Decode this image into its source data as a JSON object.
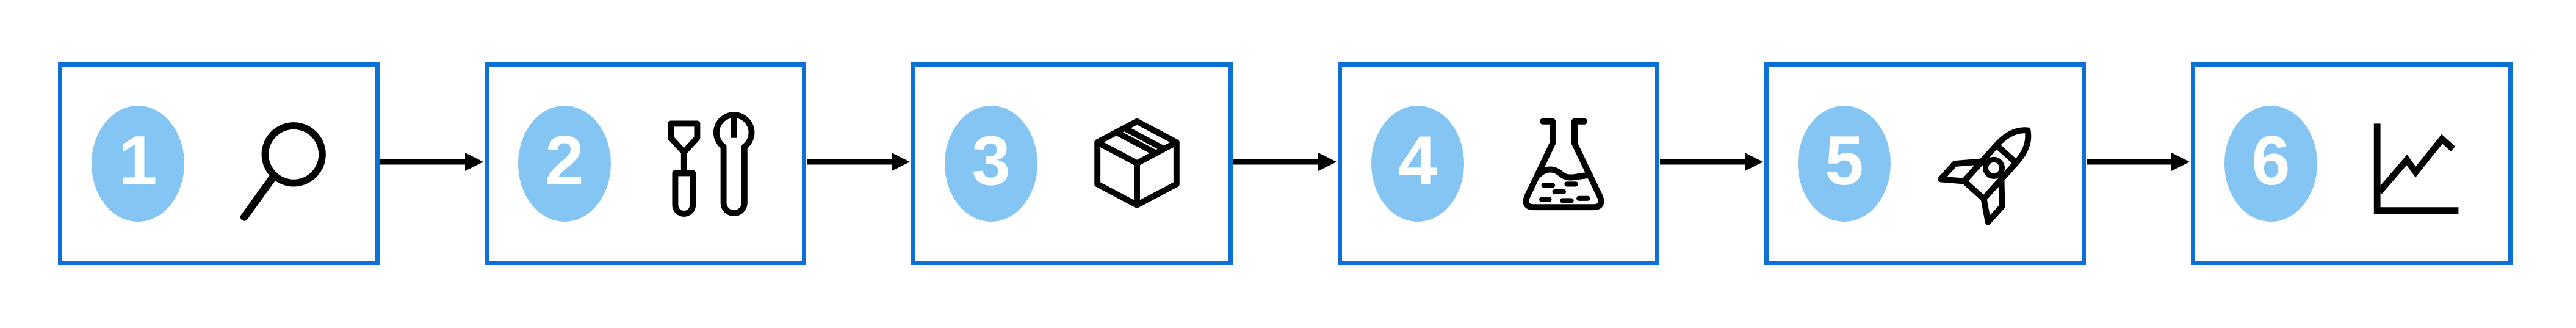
{
  "diagram": {
    "type": "process-flow",
    "direction": "left-to-right",
    "connector": "arrow-right",
    "steps": [
      {
        "number": "1",
        "icon": "search-icon"
      },
      {
        "number": "2",
        "icon": "tools-icon"
      },
      {
        "number": "3",
        "icon": "package-icon"
      },
      {
        "number": "4",
        "icon": "flask-icon"
      },
      {
        "number": "5",
        "icon": "rocket-icon"
      },
      {
        "number": "6",
        "icon": "chart-icon"
      }
    ]
  },
  "colors": {
    "box_border": "#0c71d4",
    "badge_fill": "#85c5f3",
    "icon_ink": "#000000",
    "number_text": "#ffffff",
    "background": "#ffffff"
  },
  "layout_values": {
    "step_count": "6",
    "arrow_count": "5"
  }
}
